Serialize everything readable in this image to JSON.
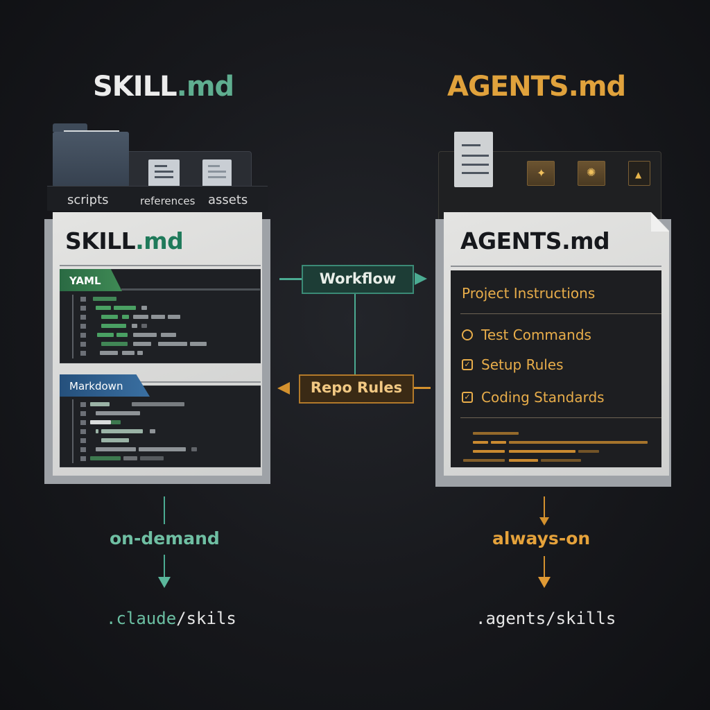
{
  "left": {
    "title": "SKILL",
    "title_ext": ".md",
    "tray": {
      "labels": [
        "scripts",
        "references",
        "assets"
      ]
    },
    "doc": {
      "title": "SKILL",
      "title_ext": ".md",
      "sections": [
        {
          "tag": "YAML",
          "color": "#3f8a55"
        },
        {
          "tag": "Markdown",
          "color": "#3a6fa1"
        }
      ]
    },
    "mode_label": "on-demand",
    "path_prefix": ".claude",
    "path_suffix": "/skils"
  },
  "right": {
    "title": "AGENTS.md",
    "doc": {
      "title": "AGENTS.md",
      "panel_heading": "Project Instructions",
      "items": [
        {
          "label": "Test Commands",
          "icon": "circle-icon",
          "checked": false
        },
        {
          "label": "Setup Rules",
          "icon": "checkbox-checked-icon",
          "checked": true
        },
        {
          "label": "Coding Standards",
          "icon": "checkbox-checked-icon",
          "checked": true
        }
      ]
    },
    "mode_label": "always-on",
    "path": ".agents/skills"
  },
  "connectors": {
    "workflow": "Workflow",
    "repo_rules": "Repo Rules"
  },
  "colors": {
    "teal": "#4bab92",
    "amber": "#e0a23c",
    "background": "#17181c"
  }
}
